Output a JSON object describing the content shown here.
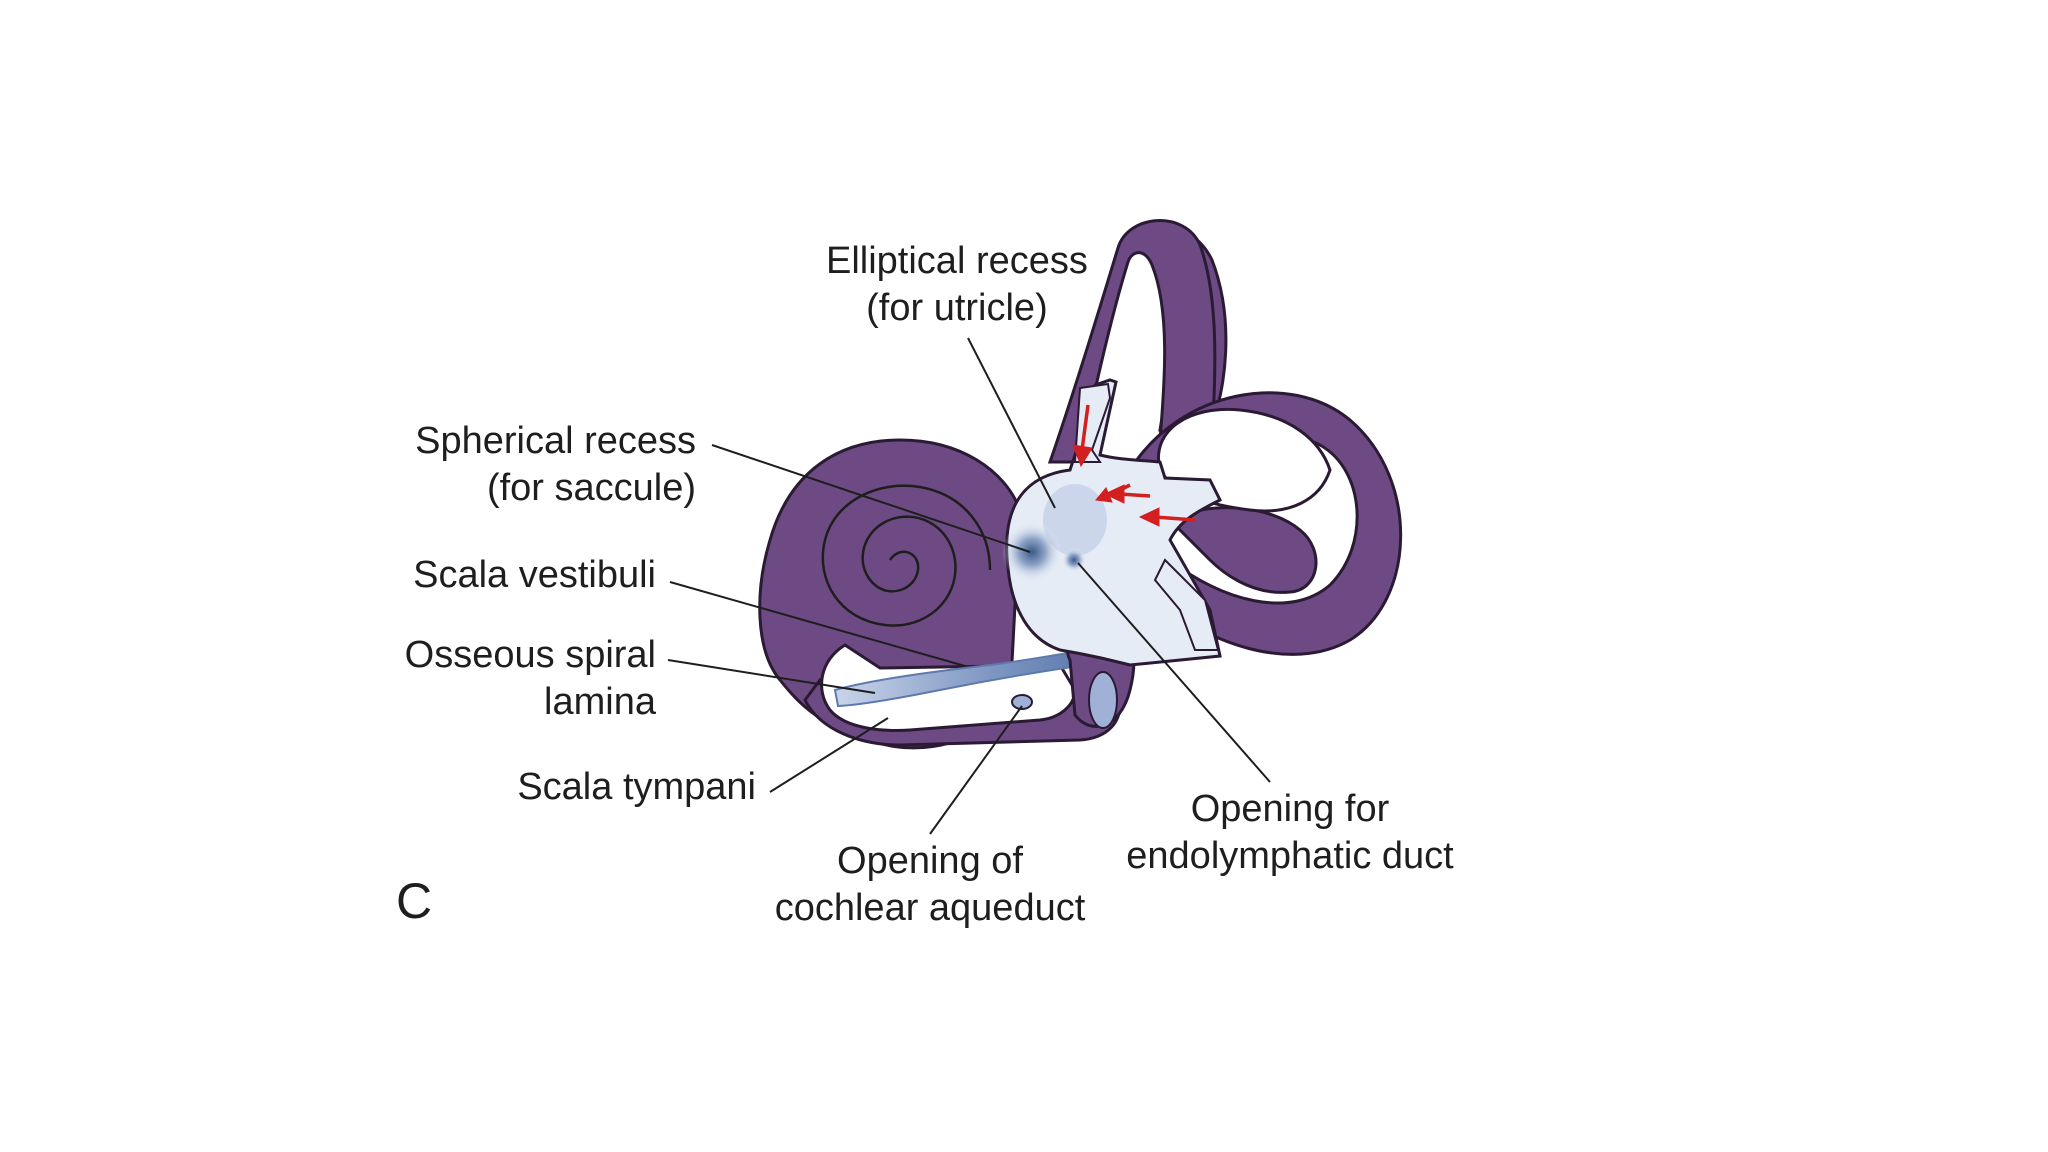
{
  "panel_letter": "C",
  "colors": {
    "bone": "#6e4a84",
    "bone_outline": "#2b1a33",
    "vestibule_fill": "#e6ecf6",
    "recess_shade": "#8ea4c8",
    "recess_dark": "#3c5a88",
    "arrow_red": "#d21f1f",
    "leader_line": "#1e1e1e"
  },
  "labels": {
    "elliptical_recess": {
      "line1": "Elliptical recess",
      "line2": "(for utricle)"
    },
    "spherical_recess": {
      "line1": "Spherical recess",
      "line2": "(for saccule)"
    },
    "scala_vestibuli": {
      "line1": "Scala vestibuli"
    },
    "osseous_spiral_lamina": {
      "line1": "Osseous spiral",
      "line2": "lamina"
    },
    "scala_tympani": {
      "line1": "Scala tympani"
    },
    "cochlear_aqueduct": {
      "line1": "Opening of",
      "line2": "cochlear aqueduct"
    },
    "endolymphatic_duct": {
      "line1": "Opening for",
      "line2": "endolymphatic duct"
    }
  }
}
